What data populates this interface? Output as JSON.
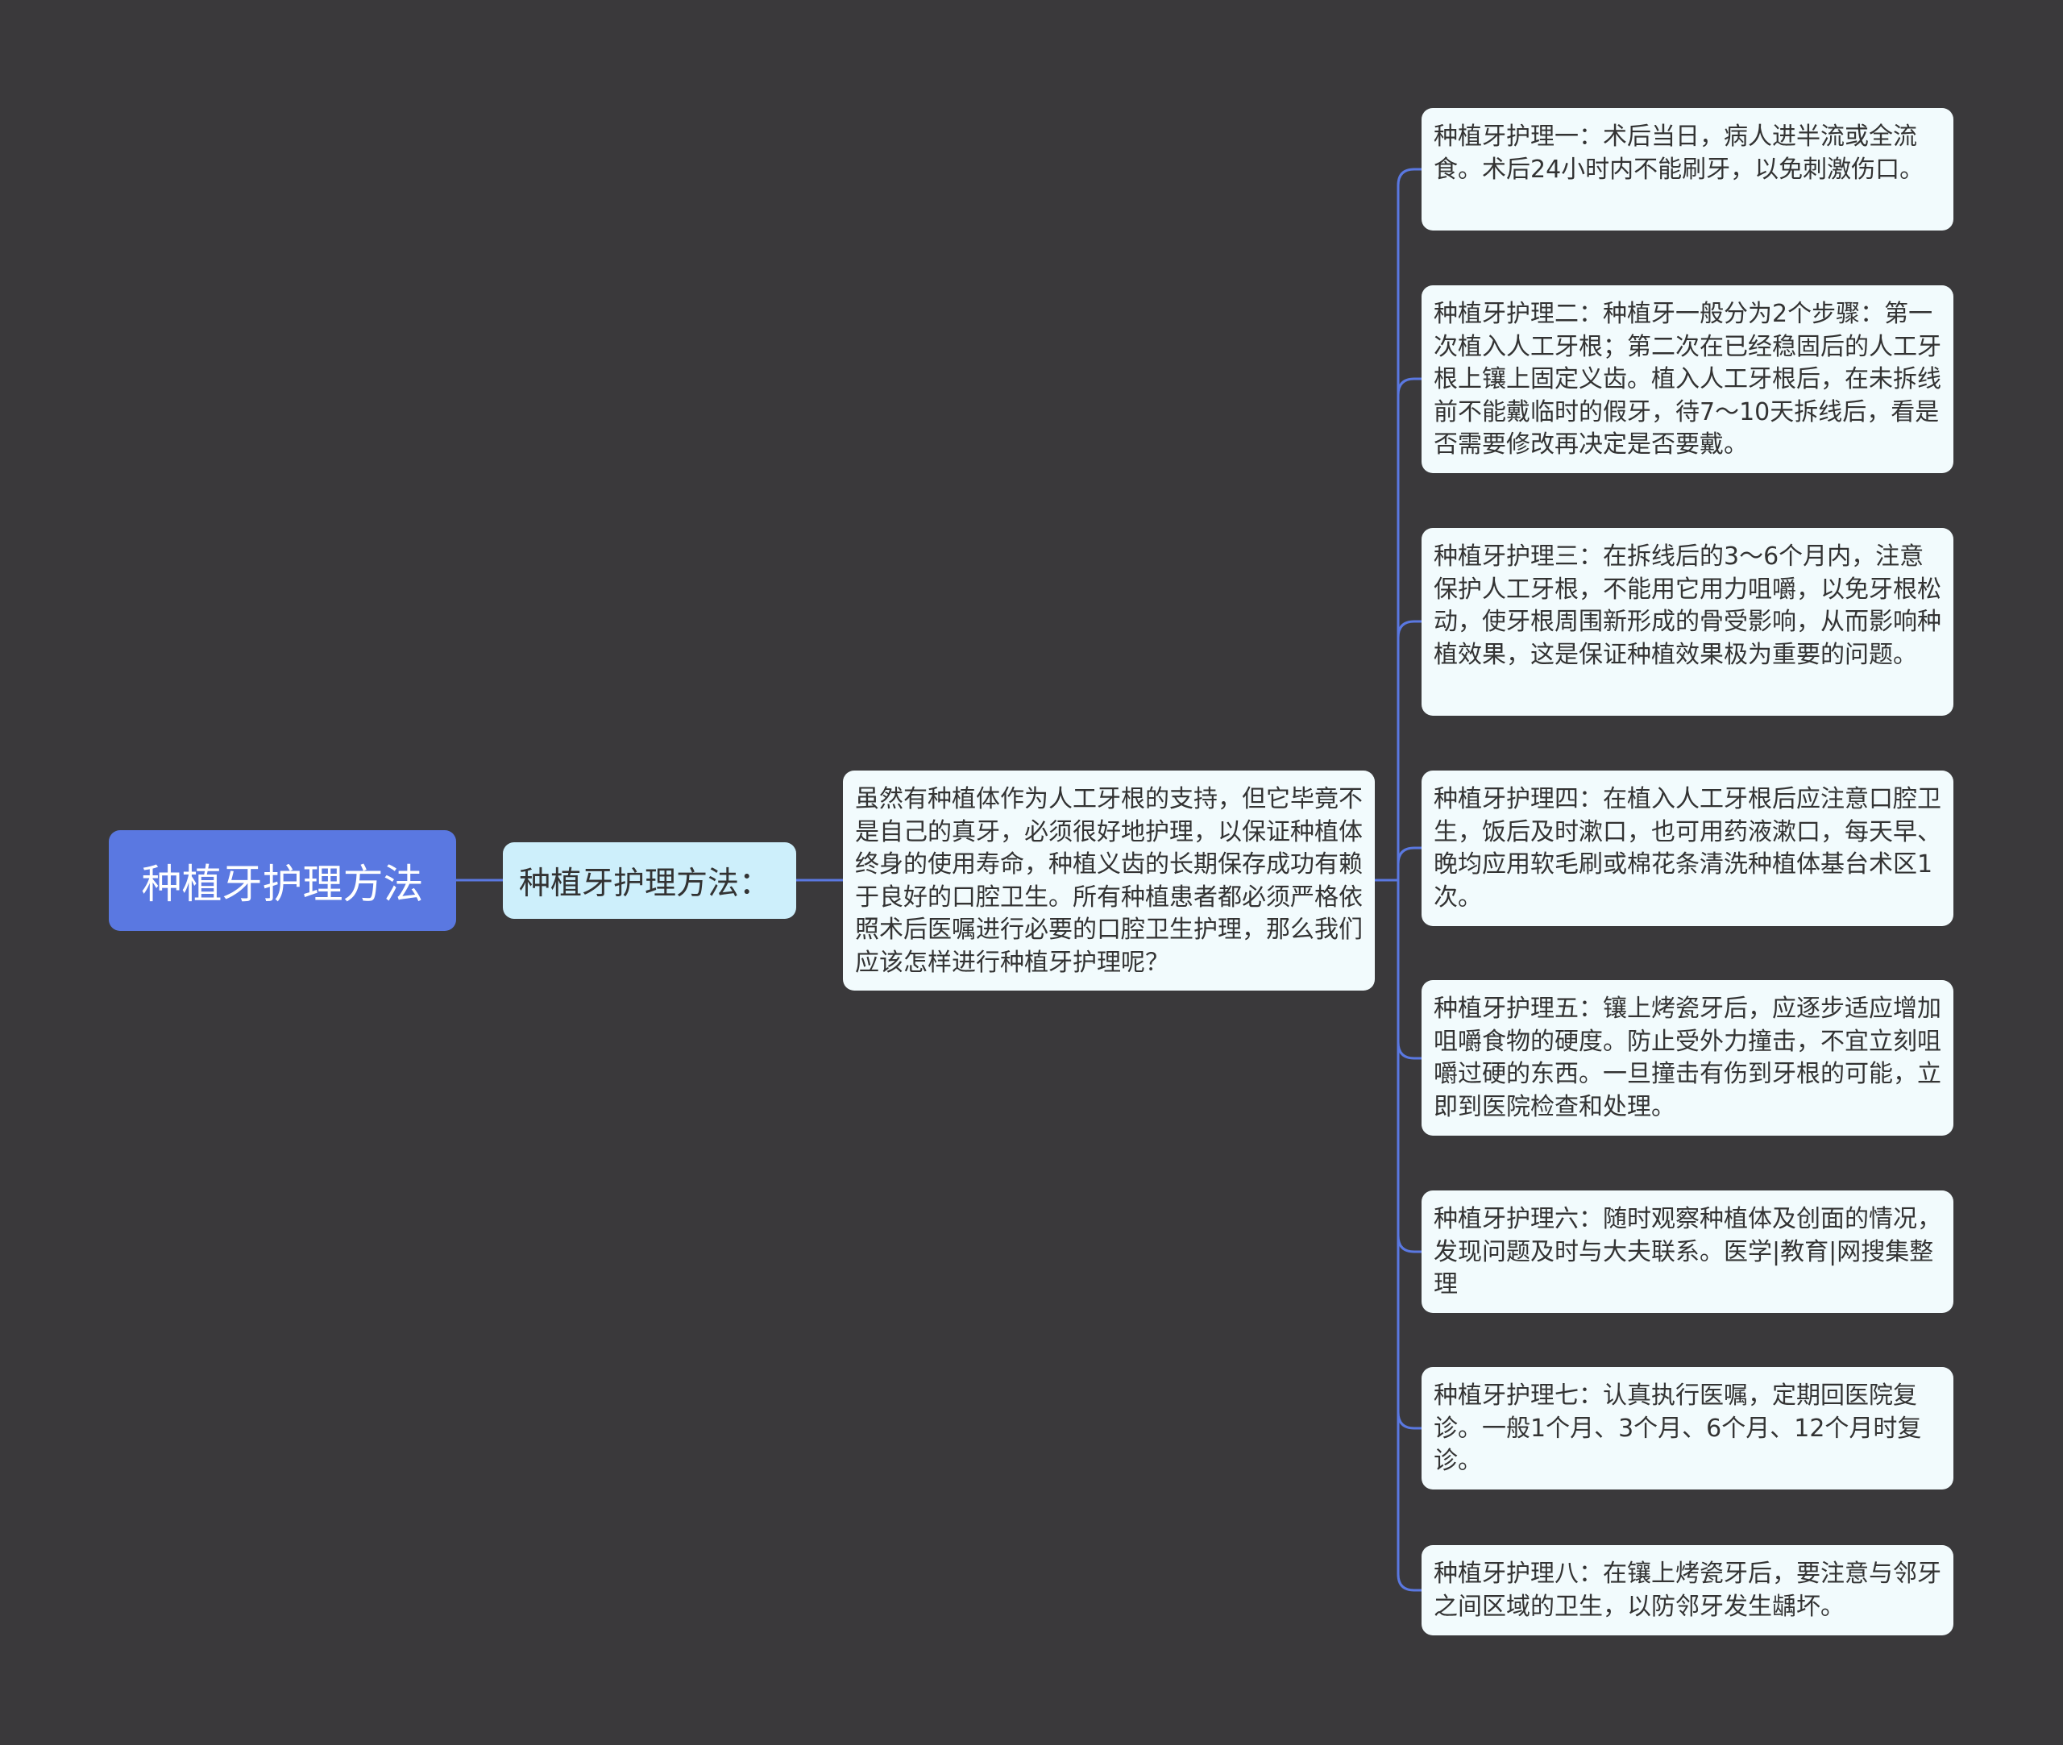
{
  "mindmap": {
    "root": {
      "label": "种植牙护理方法"
    },
    "branch": {
      "label": "种植牙护理方法："
    },
    "intro": {
      "text": "虽然有种植体作为人工牙根的支持，但它毕竟不是自己的真牙，必须很好地护理，以保证种植体终身的使用寿命，种植义齿的长期保存成功有赖于良好的口腔卫生。所有种植患者都必须严格依照术后医嘱进行必要的口腔卫生护理，那么我们应该怎样进行种植牙护理呢？"
    },
    "leaves": [
      {
        "text": "种植牙护理一：术后当日，病人进半流或全流食。术后24小时内不能刷牙，以免刺激伤口。"
      },
      {
        "text": "种植牙护理二：种植牙一般分为2个步骤：第一次植入人工牙根；第二次在已经稳固后的人工牙根上镶上固定义齿。植入人工牙根后，在未拆线前不能戴临时的假牙，待7～10天拆线后，看是否需要修改再决定是否要戴。"
      },
      {
        "text": "种植牙护理三：在拆线后的3～6个月内，注意保护人工牙根，不能用它用力咀嚼，以免牙根松动，使牙根周围新形成的骨受影响，从而影响种植效果，这是保证种植效果极为重要的问题。"
      },
      {
        "text": "种植牙护理四：在植入人工牙根后应注意口腔卫生，饭后及时漱口，也可用药液漱口，每天早、晚均应用软毛刷或棉花条清洗种植体基台术区1次。"
      },
      {
        "text": "种植牙护理五：镶上烤瓷牙后，应逐步适应增加咀嚼食物的硬度。防止受外力撞击，不宜立刻咀嚼过硬的东西。一旦撞击有伤到牙根的可能，立即到医院检查和处理。"
      },
      {
        "text": "种植牙护理六：随时观察种植体及创面的情况，发现问题及时与大夫联系。医学|教育|网搜集整理"
      },
      {
        "text": "种植牙护理七：认真执行医嘱，定期回医院复诊。一般1个月、3个月、6个月、12个月时复诊。"
      },
      {
        "text": "种植牙护理八：在镶上烤瓷牙后，要注意与邻牙之间区域的卫生，以防邻牙发生龋坏。"
      }
    ]
  },
  "colors": {
    "background": "#3a393b",
    "connector": "#5a78e1",
    "root_fill": "#5a78e1",
    "branch_fill": "#cdeffb",
    "leaf_fill": "#f2fbfd",
    "text": "#333333"
  }
}
